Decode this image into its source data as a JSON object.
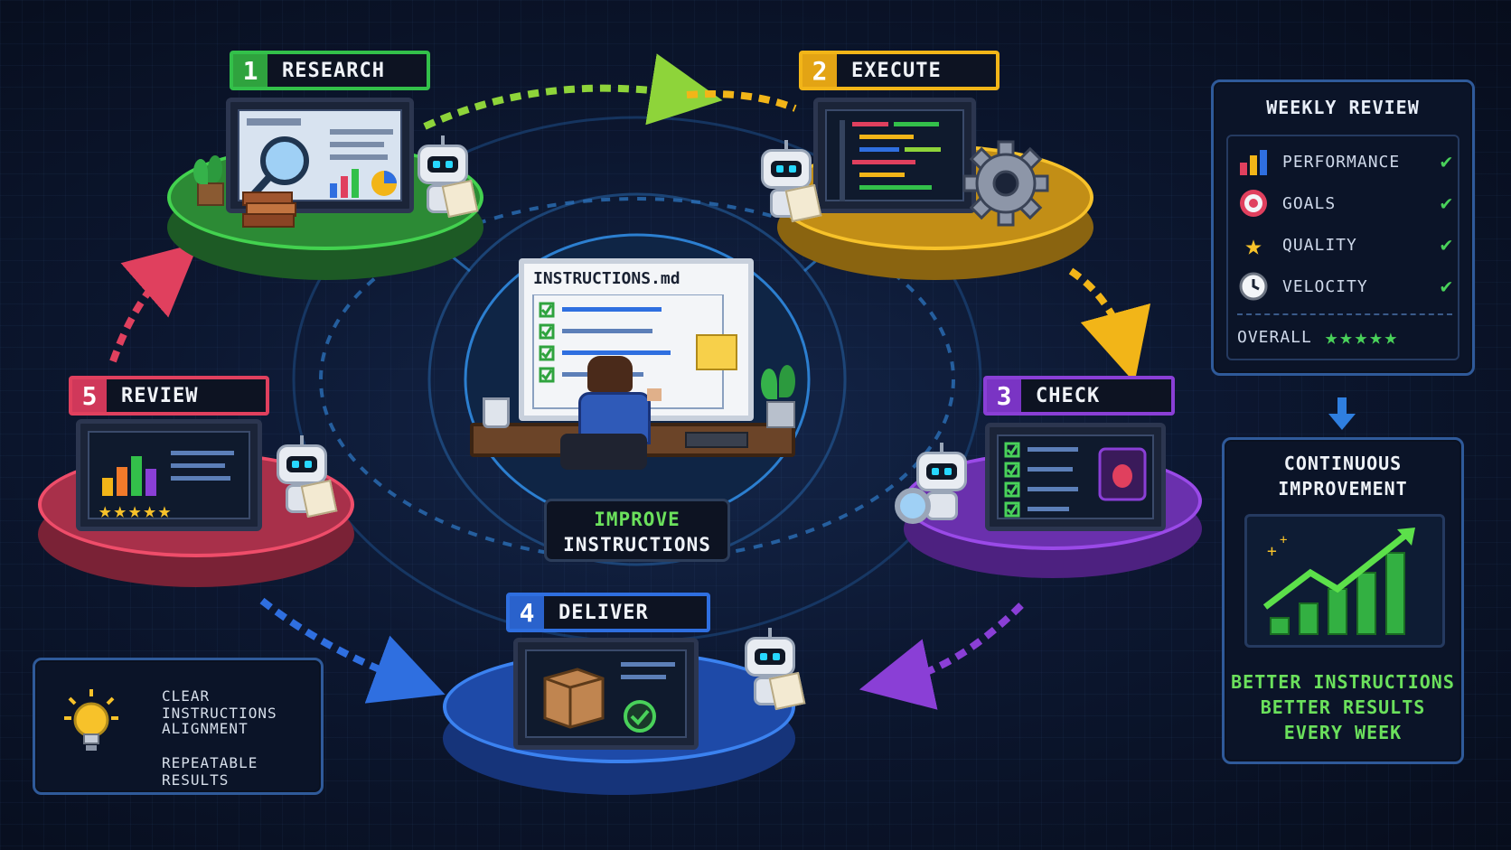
{
  "stages": [
    {
      "num": "1",
      "label": "RESEARCH",
      "color": "#33c04a"
    },
    {
      "num": "2",
      "label": "EXECUTE",
      "color": "#f2b518"
    },
    {
      "num": "3",
      "label": "CHECK",
      "color": "#8a3fd6"
    },
    {
      "num": "4",
      "label": "DELIVER",
      "color": "#2f6fe0"
    },
    {
      "num": "5",
      "label": "REVIEW",
      "color": "#e0405e"
    }
  ],
  "center": {
    "doc_title": "INSTRUCTIONS.md",
    "caption_line1": "IMPROVE",
    "caption_line2": "INSTRUCTIONS"
  },
  "weekly_review": {
    "title": "WEEKLY REVIEW",
    "items": [
      {
        "label": "PERFORMANCE",
        "icon": "bar-chart-icon"
      },
      {
        "label": "GOALS",
        "icon": "target-icon"
      },
      {
        "label": "QUALITY",
        "icon": "star-icon"
      },
      {
        "label": "VELOCITY",
        "icon": "clock-icon"
      }
    ],
    "overall_label": "OVERALL",
    "overall_stars": "★★★★★"
  },
  "continuous": {
    "title_line1": "CONTINUOUS",
    "title_line2": "IMPROVEMENT",
    "footer_line1": "BETTER INSTRUCTIONS",
    "footer_line2": "BETTER RESULTS",
    "footer_line3": "EVERY WEEK"
  },
  "legend": {
    "items": [
      "CLEAR INSTRUCTIONS",
      "ALIGNMENT",
      "REPEATABLE RESULTS"
    ]
  },
  "review_stars": "★★★★★"
}
